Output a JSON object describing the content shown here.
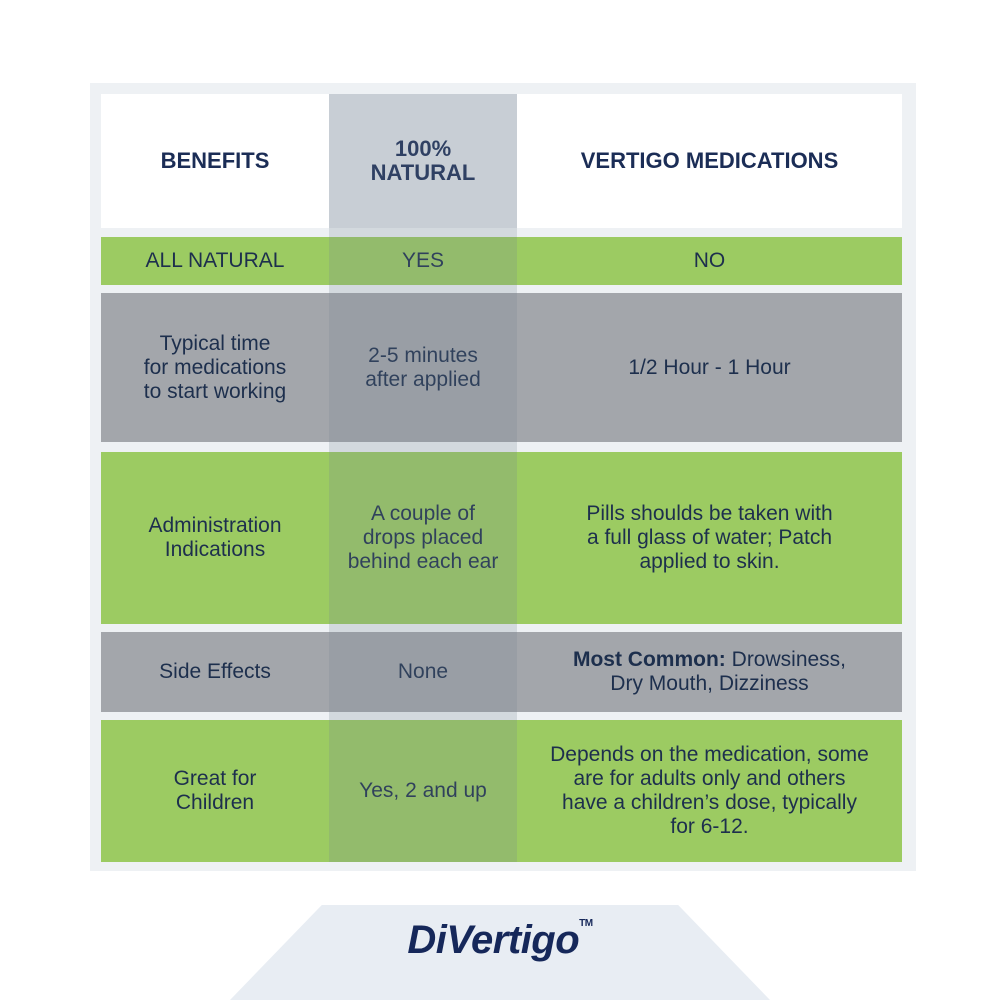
{
  "table": {
    "headers": [
      "BENEFITS",
      "100%\nNATURAL",
      "VERTIGO MEDICATIONS"
    ],
    "rows": [
      {
        "benefit": "ALL NATURAL",
        "natural": "YES",
        "medications": "NO"
      },
      {
        "benefit": "Typical time\nfor medications\nto start working",
        "natural": "2-5 minutes\nafter applied",
        "medications": "1/2 Hour - 1 Hour"
      },
      {
        "benefit": "Administration\nIndications",
        "natural": "A couple of\ndrops placed\nbehind each ear",
        "medications": "Pills shoulds be taken with\na full glass of water; Patch\napplied to skin."
      },
      {
        "benefit": "Side Effects",
        "natural": "None",
        "medications_bold": "Most Common:",
        "medications": " Drowsiness,\nDry Mouth, Dizziness"
      },
      {
        "benefit": "Great for\nChildren",
        "natural": "Yes, 2 and up",
        "medications": "Depends on the medication, some\nare for adults only and others\nhave a children’s dose, typically\nfor 6-12."
      }
    ]
  },
  "logo": {
    "text": "DiVertigo",
    "tm": "TM"
  },
  "colors": {
    "green": "#9ccb62",
    "gray": "#a3a6ab",
    "navy": "#1d2f4d"
  }
}
